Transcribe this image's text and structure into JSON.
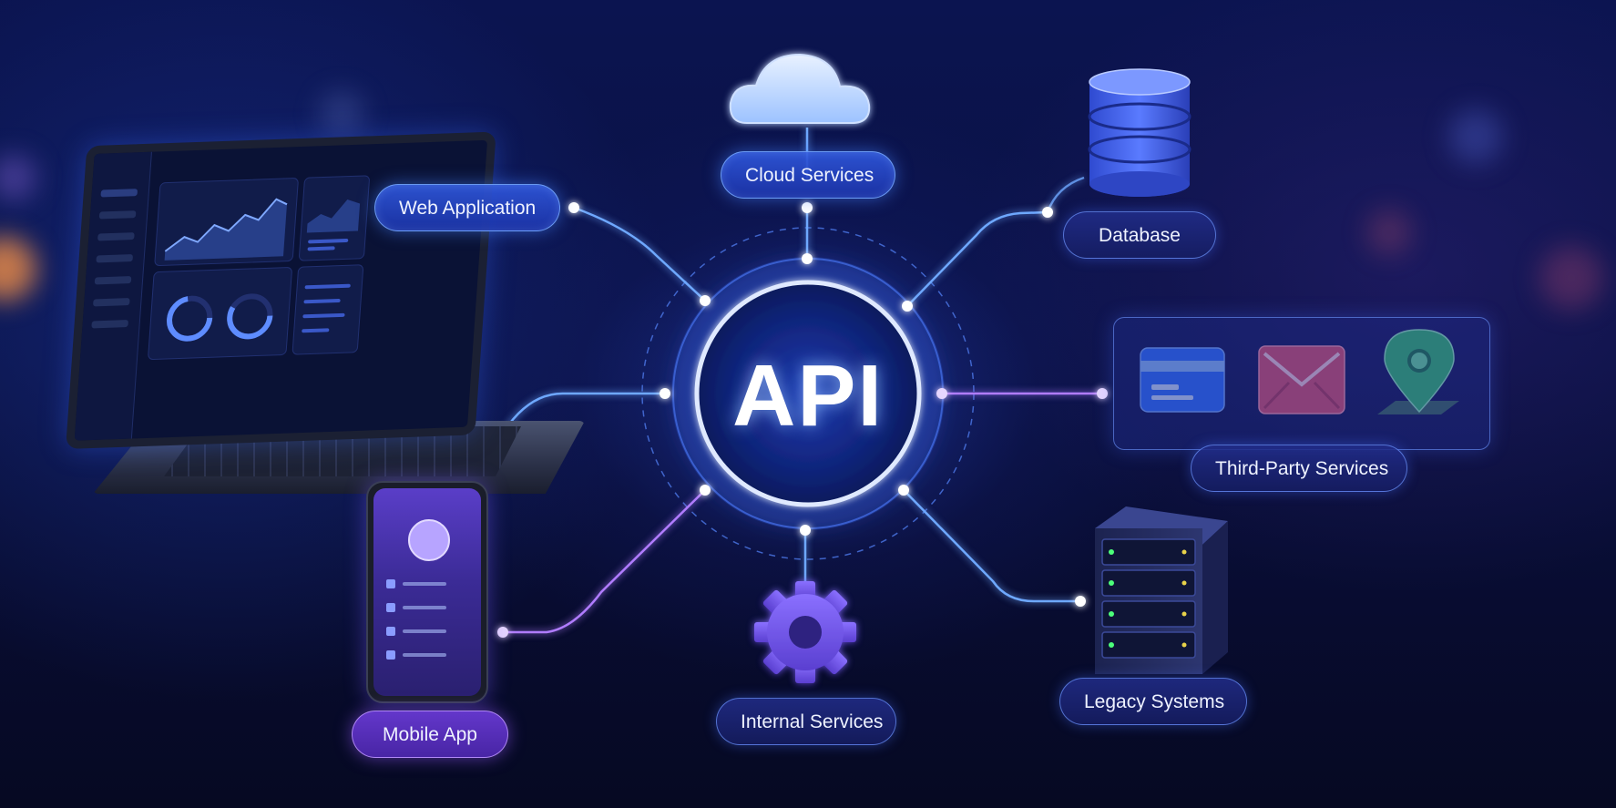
{
  "hub": {
    "label": "API"
  },
  "nodes": {
    "cloud_services": "Cloud Services",
    "database": "Database",
    "web_application": "Web Application",
    "third_party_services": "Third-Party Services",
    "mobile_app": "Mobile App",
    "internal_services": "Internal Services",
    "legacy_systems": "Legacy Systems"
  },
  "third_party_icons": [
    "credit-card-icon",
    "envelope-icon",
    "map-pin-icon"
  ],
  "colors": {
    "hub_glow": "#6fa8ff",
    "line_blue": "#5c9dff",
    "line_violet": "#b07cff",
    "background": "#0a1142"
  }
}
